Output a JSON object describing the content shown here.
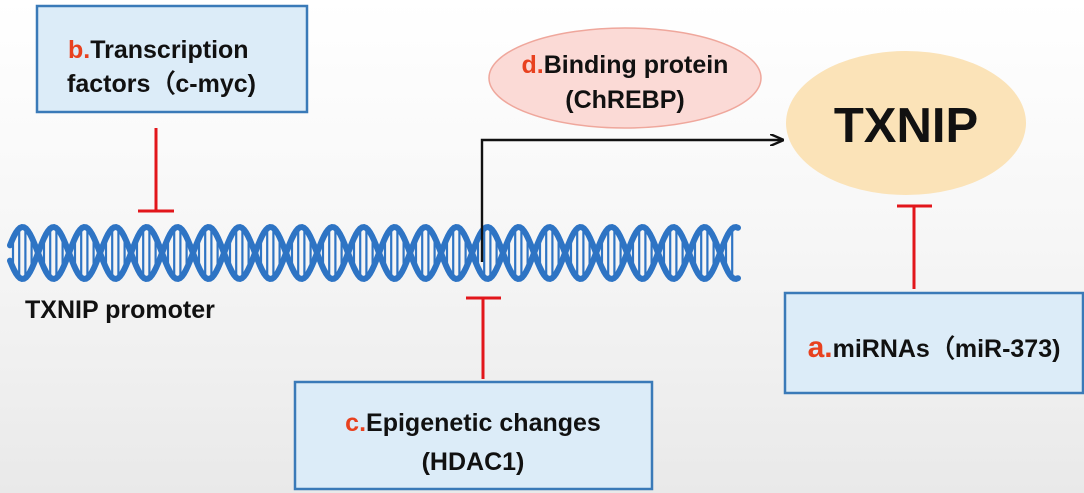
{
  "colors": {
    "box_fill": "#dcecf8",
    "box_border": "#3a7ab8",
    "inhibit": "#e2161b",
    "arrow": "#111111",
    "letter": "#e8411f",
    "dna": "#2e74c4",
    "txnip_fill": "#fbe3b8",
    "binding_fill": "#fbdad6",
    "binding_border": "#efa79c"
  },
  "nodes": {
    "b": {
      "letter": "b.",
      "line1": "Transcription",
      "line2": "factors（c-myc)"
    },
    "d": {
      "letter": "d.",
      "line1": "Binding protein",
      "line2": "(ChREBP)"
    },
    "txnip": {
      "label": "TXNIP"
    },
    "promoter": {
      "label": "TXNIP promoter"
    },
    "c": {
      "letter": "c.",
      "line1": "Epigenetic changes",
      "line2": "(HDAC1)"
    },
    "a": {
      "letter": "a.",
      "line1": "miRNAs（miR-373)"
    }
  },
  "edges": [
    {
      "from": "b",
      "to": "promoter",
      "type": "inhibits"
    },
    {
      "from": "c",
      "to": "promoter",
      "type": "inhibits"
    },
    {
      "from": "a",
      "to": "txnip",
      "type": "inhibits"
    },
    {
      "from": "promoter",
      "to": "txnip",
      "type": "activates"
    }
  ],
  "icons": {
    "dna": "dna-double-helix-icon"
  }
}
